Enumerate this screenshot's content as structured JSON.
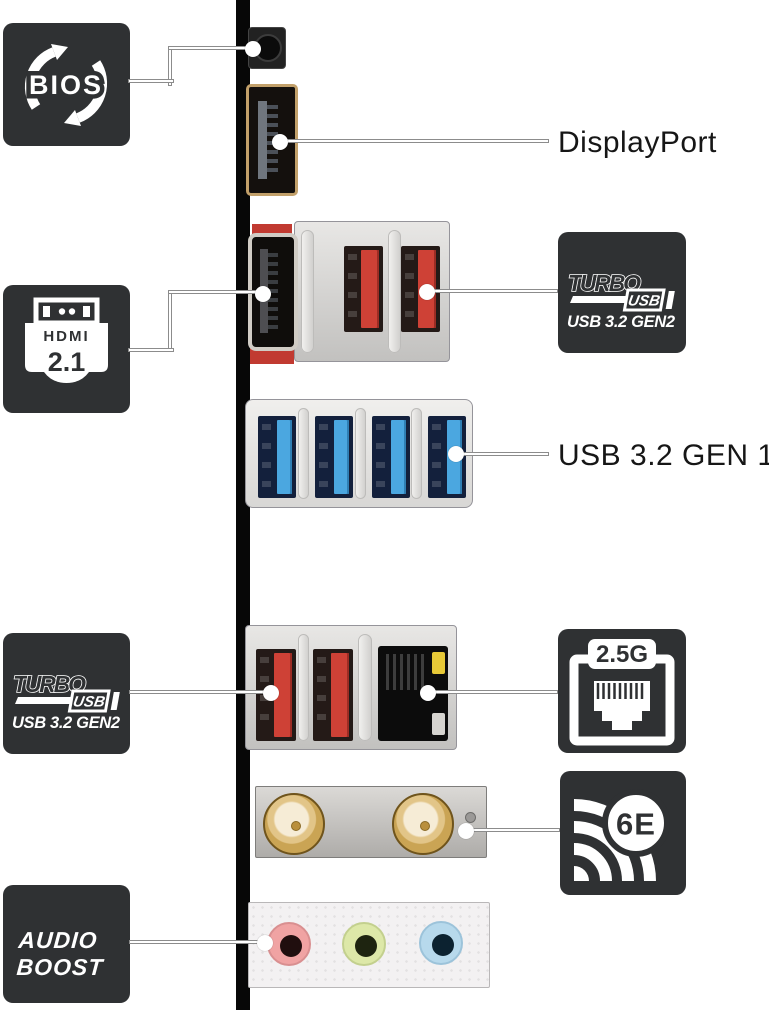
{
  "badges": {
    "bios": {
      "label": "BIOS",
      "icon": "refresh-arrows-icon"
    },
    "hdmi": {
      "name": "HDMI",
      "version": "2.1",
      "icon": "hdmi-plug-icon"
    },
    "turbo_usb": {
      "brand": "TURBO",
      "box": "USB",
      "spec": "USB 3.2 GEN2"
    },
    "lan": {
      "speed": "2.5G",
      "icon": "ethernet-jack-icon"
    },
    "wifi": {
      "label": "6E",
      "icon": "wifi-signal-icon"
    },
    "audio": {
      "line1": "AUDIO",
      "line2": "BOOST"
    }
  },
  "labels": {
    "displayport": "DisplayPort",
    "usb_gen1": "USB 3.2 GEN 1"
  },
  "ports": {
    "usb_gen2_top_count": 2,
    "usb_gen1_count": 4,
    "usb_gen2_bottom_count": 2,
    "wifi_antenna_count": 2,
    "audio_jack_colors": [
      "pink",
      "green",
      "blue"
    ]
  },
  "colors": {
    "badge_background": "#2f3133",
    "usb_gen2_red": "#ce4136",
    "usb_gen1_blue": "#4ba7e0",
    "lan_led_yellow": "#e7c937",
    "audio_mic_pink": "#f0a3a3",
    "audio_line_out_green": "#dde8a8",
    "audio_line_in_blue": "#b7d9ec",
    "antenna_gold": "#caa454",
    "leader_line": "#8c8c8c"
  }
}
